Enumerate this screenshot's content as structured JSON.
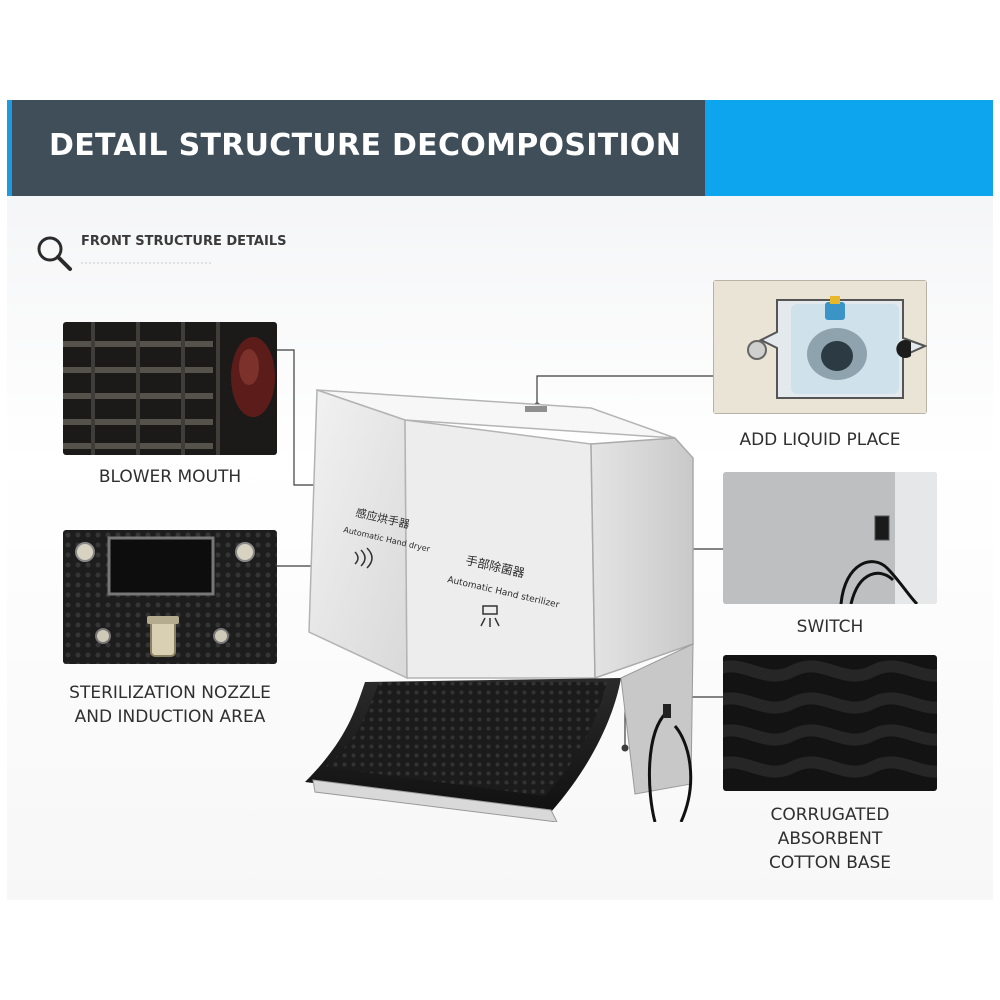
{
  "banner": {
    "title": "DETAIL STRUCTURE DECOMPOSITION"
  },
  "section": {
    "heading": "FRONT STRUCTURE DETAILS"
  },
  "product": {
    "dryer_label_cn": "感应烘手器",
    "dryer_label_en": "Automatic Hand dryer",
    "sterilizer_label_cn": "手部除菌器",
    "sterilizer_label_en": "Automatic Hand sterilizer"
  },
  "callouts": {
    "blower_mouth": "BLOWER MOUTH",
    "nozzle_line1": "STERILIZATION NOZZLE",
    "nozzle_line2": "AND INDUCTION AREA",
    "add_liquid": "ADD LIQUID PLACE",
    "switch": "SWITCH",
    "base_line1": "CORRUGATED",
    "base_line2": "ABSORBENT",
    "base_line3": "COTTON BASE"
  },
  "colors": {
    "banner_dark": "#3f4e58",
    "banner_blue": "#0da6ee",
    "callout_line": "#3c3c3c"
  }
}
